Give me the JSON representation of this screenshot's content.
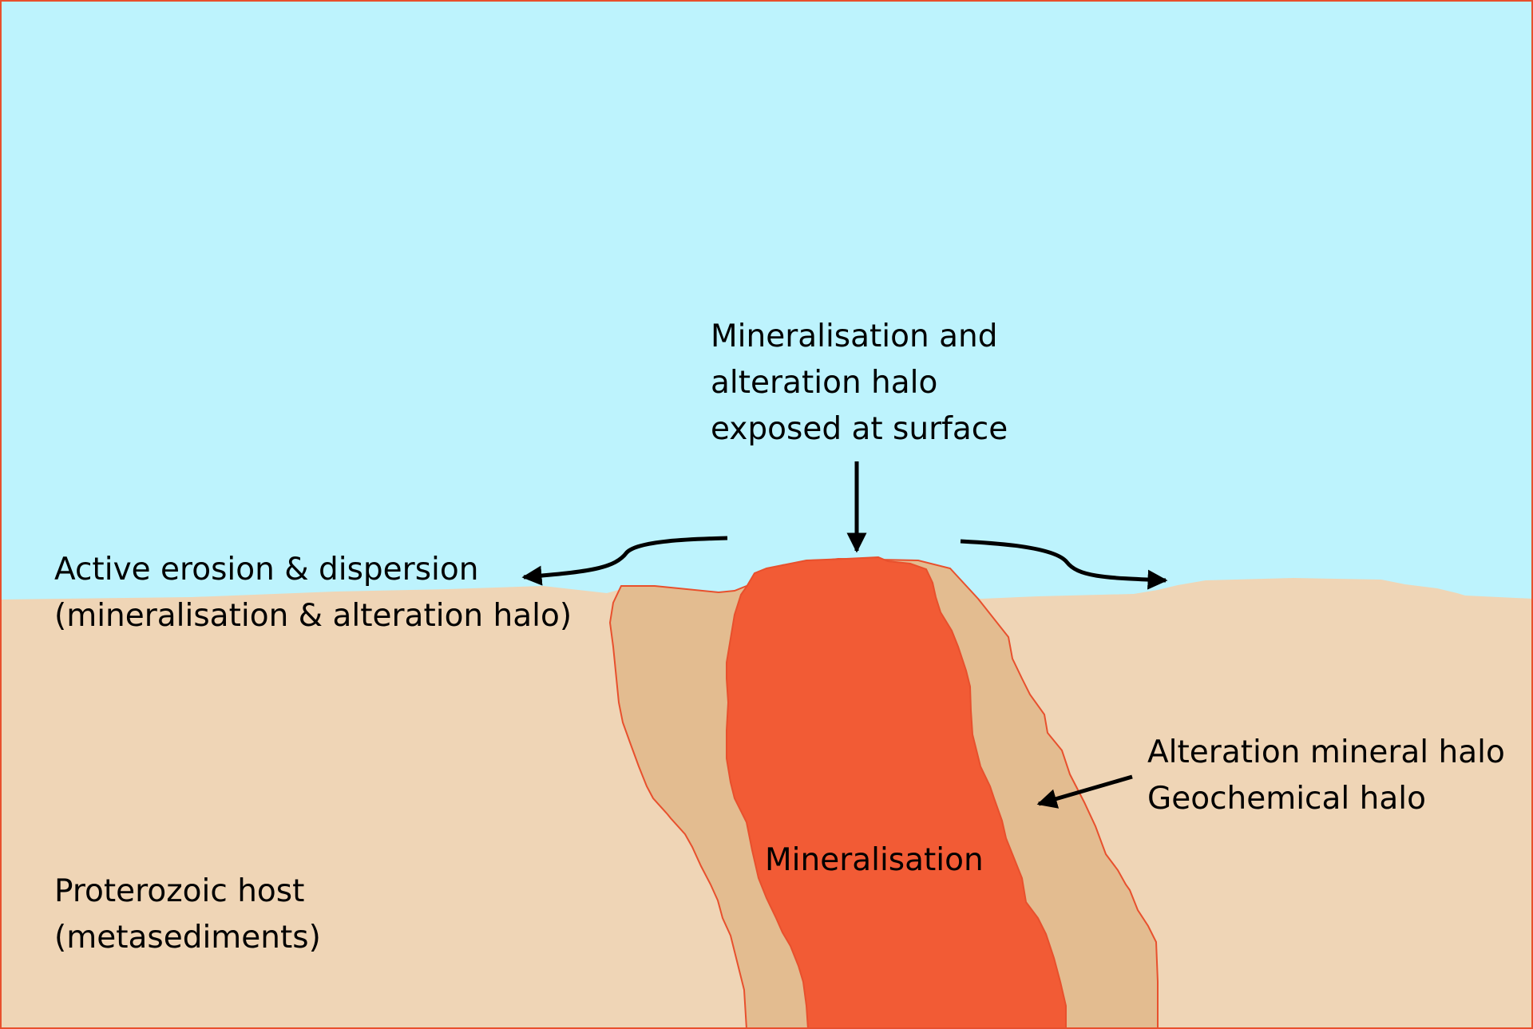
{
  "colors": {
    "sky": "#bdf3fd",
    "host_rock": "#efd5b6",
    "alteration_halo": "#e3bc90",
    "mineralisation": "#f25b35",
    "outline": "#e8502d",
    "arrow": "#000000"
  },
  "labels": {
    "surface_exposure": [
      "Mineralisation and",
      "alteration halo",
      "exposed at surface"
    ],
    "erosion": [
      "Active erosion & dispersion",
      "(mineralisation & alteration halo)"
    ],
    "alteration": [
      "Alteration mineral halo",
      "Geochemical halo"
    ],
    "mineralisation": "Mineralisation",
    "host": [
      "Proterozoic host",
      "(metasediments)"
    ]
  }
}
